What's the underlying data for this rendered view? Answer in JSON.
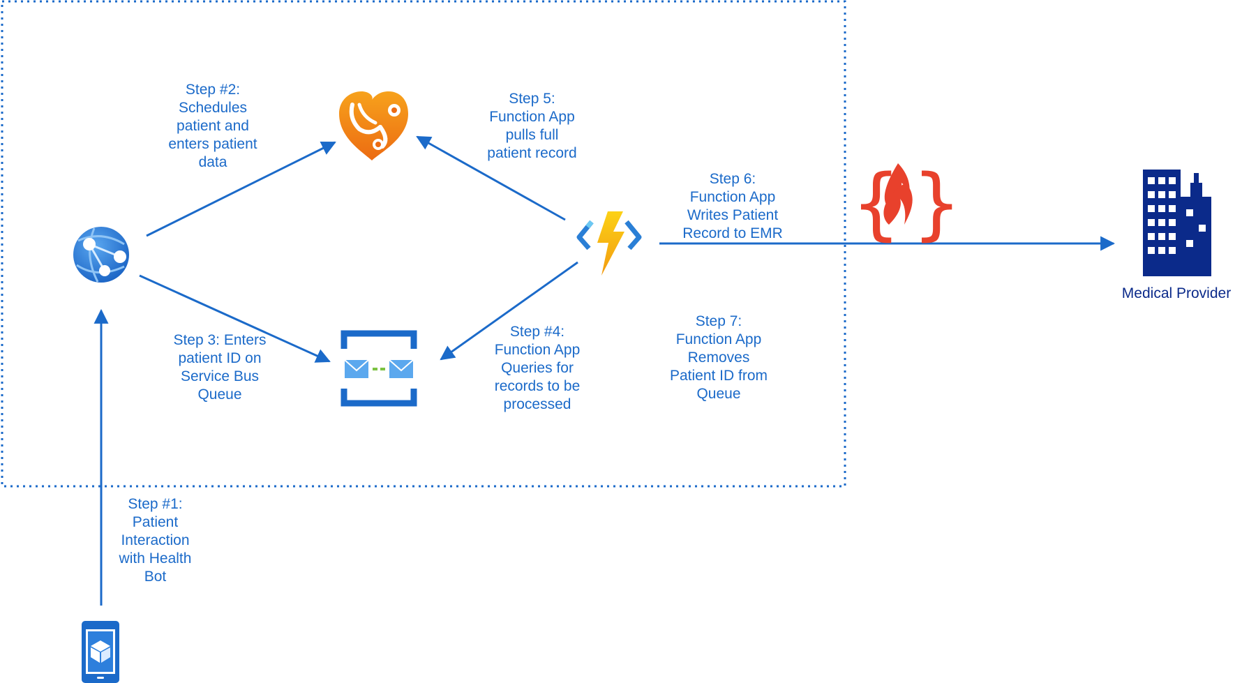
{
  "steps": {
    "step1": "Step #1:\nPatient\nInteraction\nwith Health\nBot",
    "step2": "Step #2:\nSchedules\npatient and\nenters patient\ndata",
    "step3": "Step 3: Enters\npatient ID on\nService Bus\nQueue",
    "step4": "Step #4:\nFunction App\nQueries for\nrecords to be\nprocessed",
    "step5": "Step 5:\nFunction App\npulls full\npatient record",
    "step6": "Step 6:\nFunction App\nWrites Patient\nRecord to EMR",
    "step7": "Step 7:\nFunction App\nRemoves\nPatient ID from\nQueue"
  },
  "provider": {
    "label": "Medical Provider"
  },
  "icons": {
    "health_bot": "mobile-bot-icon",
    "web_app": "web-app-icon",
    "health_api": "heart-stethoscope-icon",
    "service_bus": "service-bus-queue-icon",
    "function_app": "function-app-icon",
    "fhir": "fhir-flame-icon",
    "provider": "building-icon"
  },
  "colors": {
    "arrow": "#1b6ac9",
    "label": "#1b6ac9",
    "boundary": "#1b6ac9",
    "provider_label": "#0b2a8a",
    "building": "#0b2a8a",
    "heart": "#f48a1a",
    "bolt": "#f6b913",
    "fhir": "#e8412c"
  }
}
